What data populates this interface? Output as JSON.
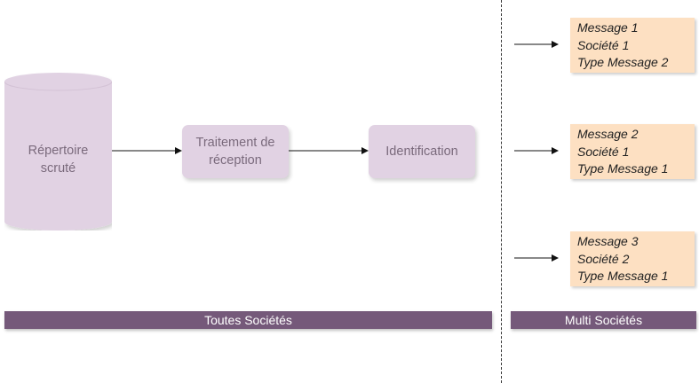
{
  "nodes": {
    "repertoire": "Répertoire\nscruté",
    "traitement": "Traitement de\nréception",
    "identification": "Identification"
  },
  "messages": [
    {
      "line1": "Message 1",
      "line2": "Société 1",
      "line3": "Type Message 2"
    },
    {
      "line1": "Message 2",
      "line2": "Société 1",
      "line3": "Type Message 1"
    },
    {
      "line1": "Message 3",
      "line2": "Société 2",
      "line3": "Type Message 1"
    }
  ],
  "bars": {
    "left": "Toutes Sociétés",
    "right": "Multi Sociétés"
  }
}
